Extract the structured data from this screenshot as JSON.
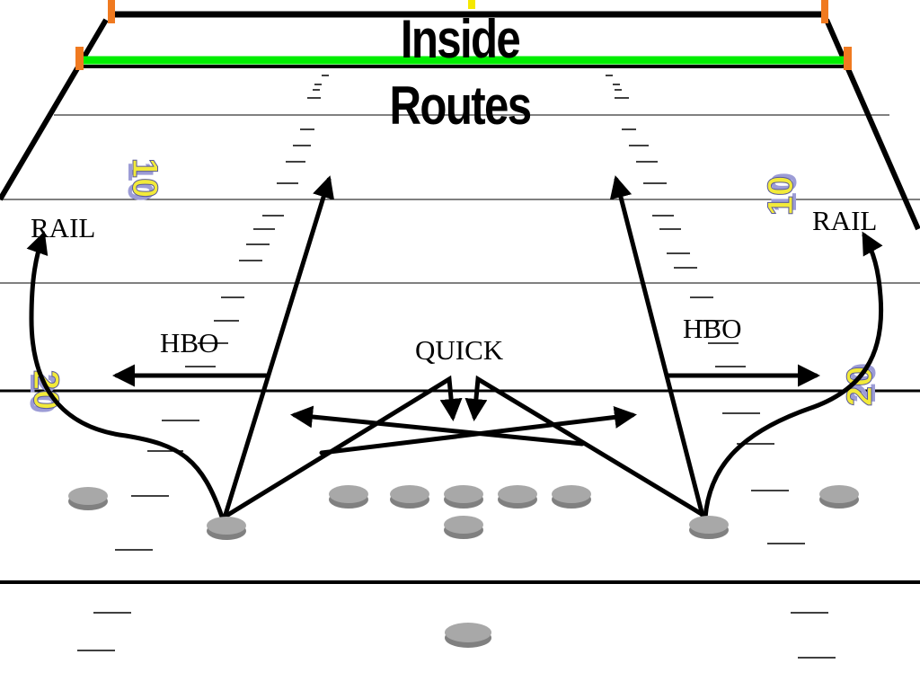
{
  "title": {
    "line1": "Inside",
    "line2": "Routes"
  },
  "labels": {
    "rail_left": "RAIL",
    "rail_right": "RAIL",
    "hbo_left": "HBO",
    "hbo_right": "HBO",
    "quick": "QUICK"
  },
  "yard_numbers": {
    "ten_left": "10",
    "ten_right": "10",
    "twenty_left": "20",
    "twenty_right": "20"
  },
  "colors": {
    "goal_line": "#00ee00",
    "post_pad": "#f07a20",
    "player": "#a0a0a0",
    "yard_number": "#f2ea3a",
    "yard_number_shadow": "#9c9cd6"
  }
}
